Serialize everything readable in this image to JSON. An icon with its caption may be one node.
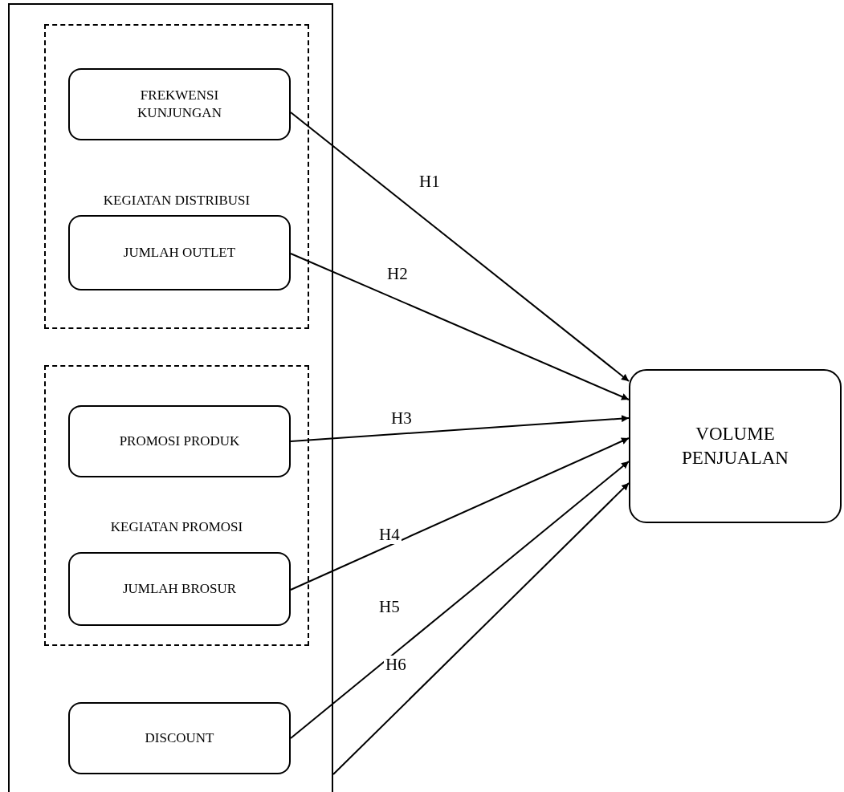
{
  "diagram": {
    "nodes": [
      {
        "text": [],
        "shape": "box"
      },
      {
        "text": [
          "KEGIATAN DISTRIBUSI"
        ],
        "in": 0
      },
      {
        "text": [
          "FREKWENSI KUNJUNGAN"
        ],
        "in": 1
      },
      {
        "text": [
          "JUMLAH OUTLET"
        ],
        "in": 1
      },
      {
        "text": [
          "KEGIATAN PROMOSI"
        ],
        "in": 0
      },
      {
        "text": [
          "PROMOSI PRODUK"
        ],
        "in": 4
      },
      {
        "text": [
          "JUMLAH BROSUR"
        ],
        "in": 4
      },
      {
        "text": [
          "DISCOUNT"
        ],
        "in": 0
      },
      {
        "text": [
          "VOLUME PENJUALAN"
        ]
      }
    ],
    "edges": [
      {
        "from": 2,
        "to": 8,
        "arrow": "to",
        "label": "H1"
      },
      {
        "from": 3,
        "to": 8,
        "arrow": "to",
        "label": "H2"
      },
      {
        "from": 5,
        "to": 8,
        "arrow": "to",
        "label": "H3"
      },
      {
        "from": 6,
        "to": 8,
        "arrow": "to",
        "label": "H4"
      },
      {
        "from": 7,
        "to": 8,
        "arrow": "to",
        "label": "H5"
      },
      {
        "from": 0,
        "to": 8,
        "arrow": "to",
        "label": "H6"
      }
    ]
  }
}
